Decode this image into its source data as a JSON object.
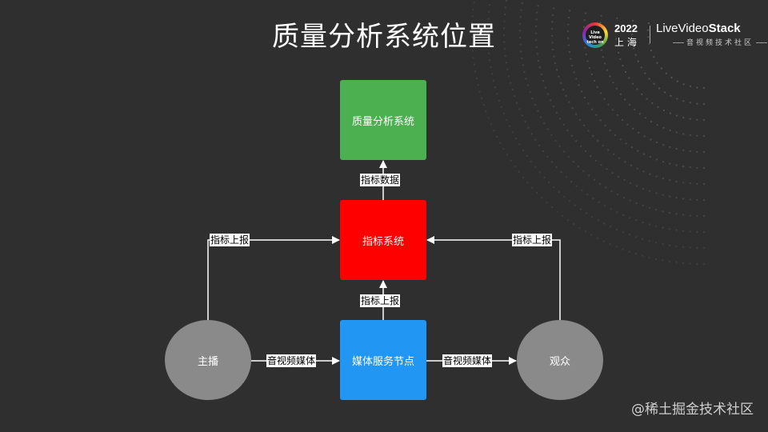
{
  "title": "质量分析系统位置",
  "logo": {
    "badge_text": "Live Video tech on",
    "year": "2022",
    "city": "上 海",
    "brand_prefix": "LiveVideo",
    "brand_suffix": "Stack",
    "community": "音视频技术社区"
  },
  "nodes": {
    "quality": "质量分析系统",
    "metrics": "指标系统",
    "media": "媒体服务节点",
    "host": "主播",
    "viewer": "观众"
  },
  "edges": {
    "metrics_to_quality": "指标数据",
    "host_report": "指标上报",
    "viewer_report": "指标上报",
    "media_report": "指标上报",
    "host_to_media": "音视频媒体",
    "media_to_viewer": "音视频媒体"
  },
  "colors": {
    "background": "#2f2f2f",
    "quality": "#4caf50",
    "metrics": "#ff0000",
    "media": "#2196f3",
    "endpoint": "#8a8a8a"
  },
  "watermark": "@稀土掘金技术社区"
}
